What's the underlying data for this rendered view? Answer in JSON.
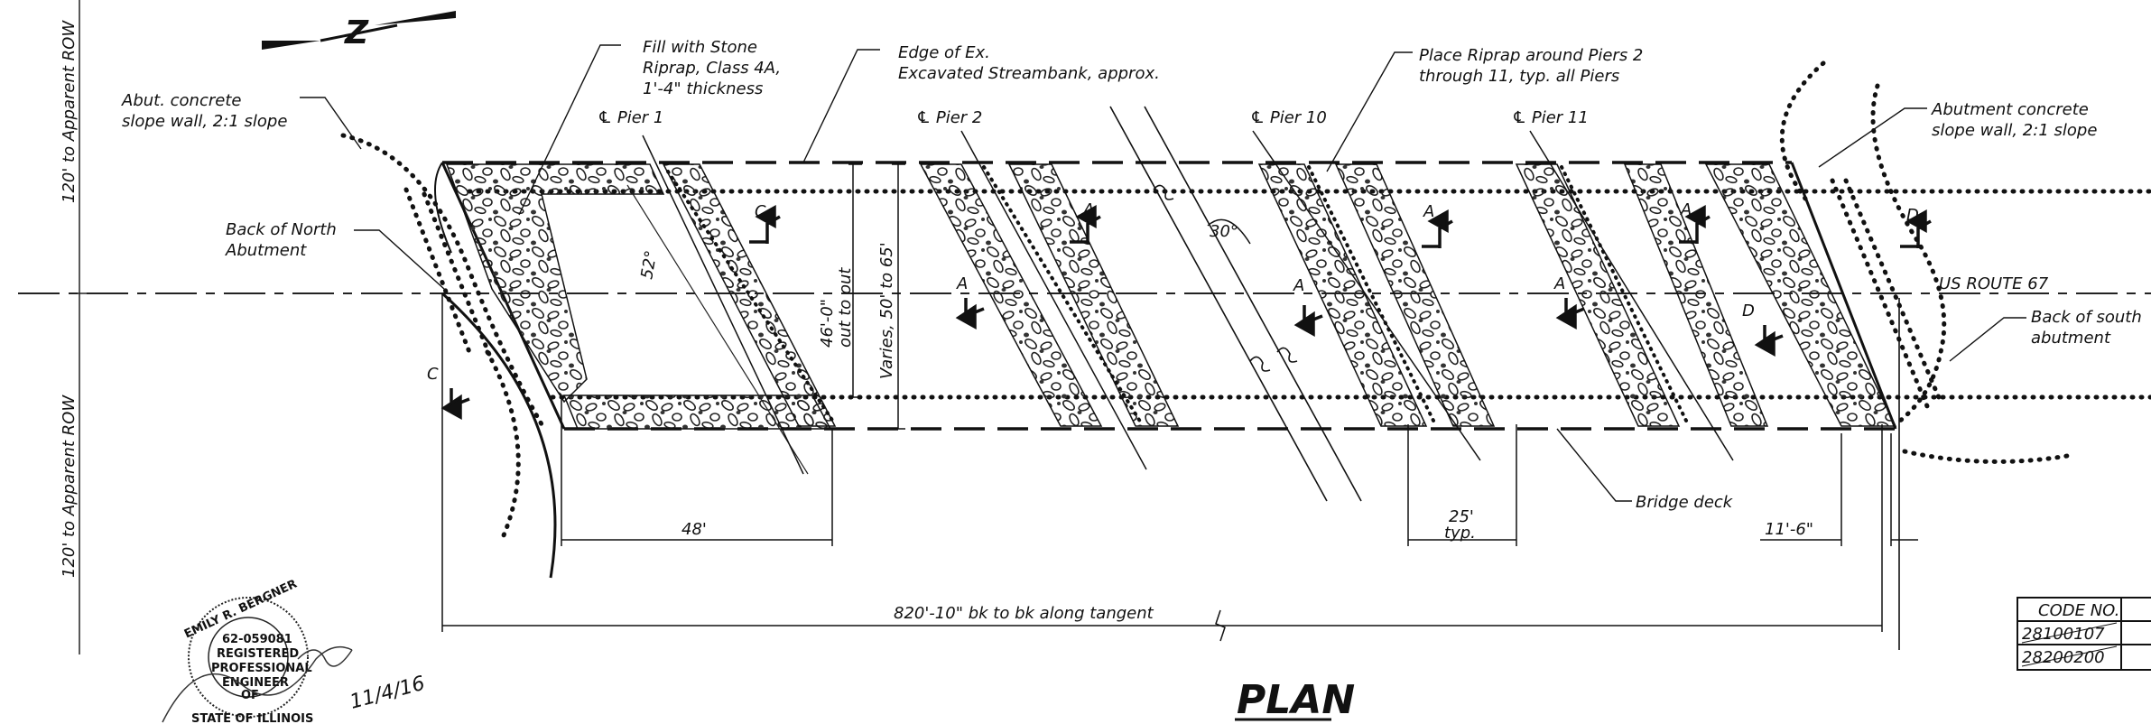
{
  "north_arrow": {
    "letter": "Z"
  },
  "row_labels": {
    "top": "120' to Apparent ROW",
    "bottom": "120' to Apparent ROW"
  },
  "callouts": {
    "abut_north": [
      "Abut. concrete",
      "slope wall, 2:1 slope"
    ],
    "back_north": [
      "Back of North",
      "Abutment"
    ],
    "fill": [
      "Fill with Stone",
      "Riprap, Class 4A,",
      "1'-4\" thickness"
    ],
    "edge": [
      "Edge of Ex.",
      "Excavated Streambank, approx."
    ],
    "place": [
      "Place Riprap around Piers 2",
      "through 11, typ. all Piers"
    ],
    "abut_south": [
      "Abutment concrete",
      "slope wall, 2:1 slope"
    ],
    "back_south": [
      "Back of south",
      "abutment"
    ],
    "bridge_deck": "Bridge deck"
  },
  "piers": [
    "℄ Pier 1",
    "℄ Pier 2",
    "℄ Pier 10",
    "℄ Pier 11"
  ],
  "route": "US ROUTE 67",
  "dims": {
    "skew": "52°",
    "width1": "46'-0\"",
    "width2": "out to out",
    "varies": "Varies, 50' to 65'",
    "angle": "30°",
    "d48": "48'",
    "d25": "25'",
    "typ": "typ.",
    "d11": "11'-6\"",
    "total": "820'-10\" bk to bk along tangent"
  },
  "section_marks": [
    "C",
    "C",
    "A",
    "A",
    "A",
    "A",
    "A",
    "A",
    "D",
    "D"
  ],
  "code_table": {
    "header": "CODE NO.",
    "rows": [
      "28100107",
      "28200200"
    ]
  },
  "seal": {
    "top": "EMILY R. BERGNER",
    "number": "62-059081",
    "line1": "REGISTERED",
    "line2": "PROFESSIONAL",
    "line3": "ENGINEER",
    "of": "OF",
    "bottom": "STATE OF ILLINOIS",
    "date": "11/4/16"
  },
  "title": "PLAN"
}
